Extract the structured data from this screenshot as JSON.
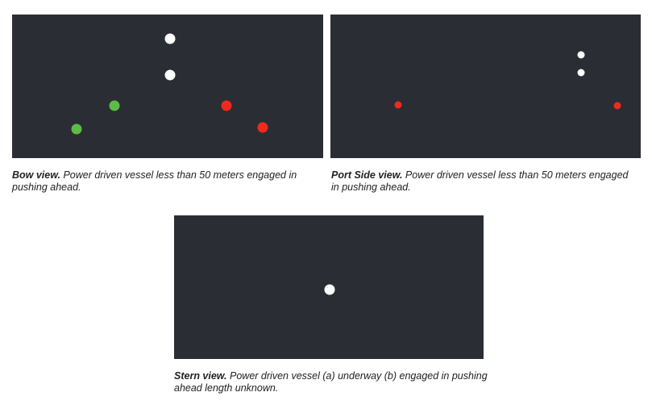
{
  "colors": {
    "panel_background": "#2b2d35",
    "white_light": "#ffffff",
    "green_light": "#5dbb46",
    "red_light": "#ee2a1c"
  },
  "panels": {
    "bow": {
      "lights": [
        {
          "color": "white",
          "semantic": "masthead-light-top-icon"
        },
        {
          "color": "white",
          "semantic": "masthead-light-lower-icon"
        },
        {
          "color": "green",
          "semantic": "starboard-sidelight-upper-icon"
        },
        {
          "color": "red",
          "semantic": "port-sidelight-upper-icon"
        },
        {
          "color": "green",
          "semantic": "starboard-sidelight-lower-icon"
        },
        {
          "color": "red",
          "semantic": "port-sidelight-lower-icon"
        }
      ],
      "caption_lead": "Bow view.",
      "caption_text": " Power driven vessel less than 50 meters engaged in pushing ahead."
    },
    "port_side": {
      "lights": [
        {
          "color": "white",
          "semantic": "masthead-light-top-icon"
        },
        {
          "color": "white",
          "semantic": "masthead-light-lower-icon"
        },
        {
          "color": "red",
          "semantic": "port-sidelight-pushed-vessel-icon"
        },
        {
          "color": "red",
          "semantic": "port-sidelight-towing-vessel-icon"
        }
      ],
      "caption_lead": "Port Side view.",
      "caption_text": " Power driven vessel less than 50 meters engaged in pushing ahead."
    },
    "stern": {
      "lights": [
        {
          "color": "white",
          "semantic": "sternlight-icon"
        }
      ],
      "caption_lead": "Stern view.",
      "caption_text": " Power driven vessel (a) underway (b) engaged in pushing ahead length unknown."
    }
  }
}
